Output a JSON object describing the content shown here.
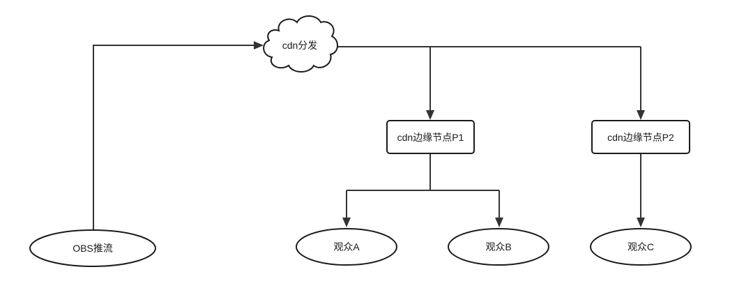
{
  "diagram": {
    "nodes": {
      "cdn": {
        "label": "cdn分发"
      },
      "p1": {
        "label": "cdn边缘节点P1"
      },
      "p2": {
        "label": "cdn边缘节点P2"
      },
      "obs": {
        "label": "OBS推流"
      },
      "viewer_a": {
        "label": "观众A"
      },
      "viewer_b": {
        "label": "观众B"
      },
      "viewer_c": {
        "label": "观众C"
      }
    },
    "edges": [
      {
        "from": "obs",
        "to": "cdn"
      },
      {
        "from": "cdn",
        "to": "p1"
      },
      {
        "from": "cdn",
        "to": "p2"
      },
      {
        "from": "p1",
        "to": "viewer_a"
      },
      {
        "from": "p1",
        "to": "viewer_b"
      },
      {
        "from": "p2",
        "to": "viewer_c"
      }
    ],
    "colors": {
      "stroke": "#1a1a1a",
      "edge": "#333333",
      "background": "#ffffff"
    }
  }
}
